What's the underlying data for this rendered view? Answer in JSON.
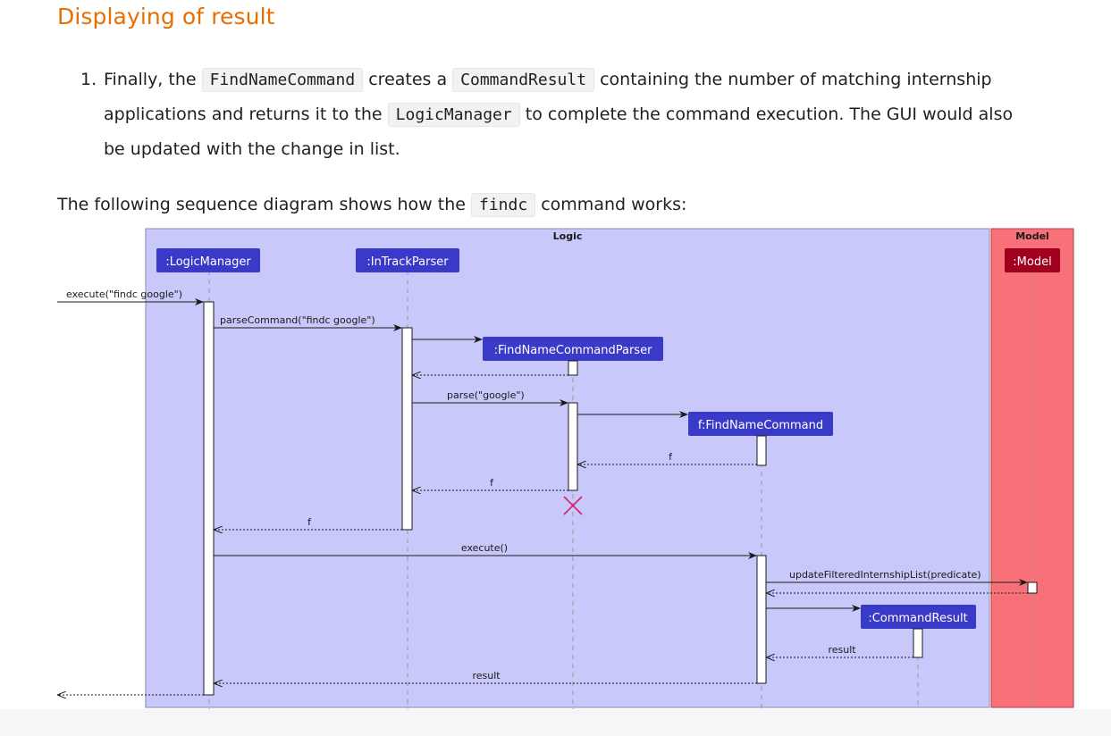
{
  "heading": "Displaying of result",
  "step": {
    "number": "1.",
    "t1": "Finally, the ",
    "c1": "FindNameCommand",
    "t2": " creates a ",
    "c2": "CommandResult",
    "t3": " containing the number of matching internship applications and returns it to the ",
    "c3": "LogicManager",
    "t4": " to complete the command execution. The GUI would also be updated with the change in list."
  },
  "intro": {
    "t1": "The following sequence diagram shows how the ",
    "code": "findc",
    "t2": " command works:"
  },
  "diagram": {
    "boxes": {
      "logic": "Logic",
      "model": "Model"
    },
    "participants": {
      "logic_manager": ":LogicManager",
      "intrack_parser": ":InTrackParser",
      "find_name_command_parser": ":FindNameCommandParser",
      "find_name_command": "f:FindNameCommand",
      "command_result": ":CommandResult",
      "model": ":Model"
    },
    "messages": {
      "execute_findc": "execute(\"findc google\")",
      "parse_command": "parseCommand(\"findc google\")",
      "parse": "parse(\"google\")",
      "return_f1": "f",
      "return_f2": "f",
      "return_f3": "f",
      "execute": "execute()",
      "update_filtered": "updateFilteredInternshipList(predicate)",
      "return_result1": "result",
      "return_result2": "result"
    },
    "colors": {
      "logic_box": "#c8c8fa",
      "model_box": "#f87078",
      "participant": "#3a3ac8",
      "model_participant": "#a0001e",
      "destroy": "#d8206a"
    }
  }
}
